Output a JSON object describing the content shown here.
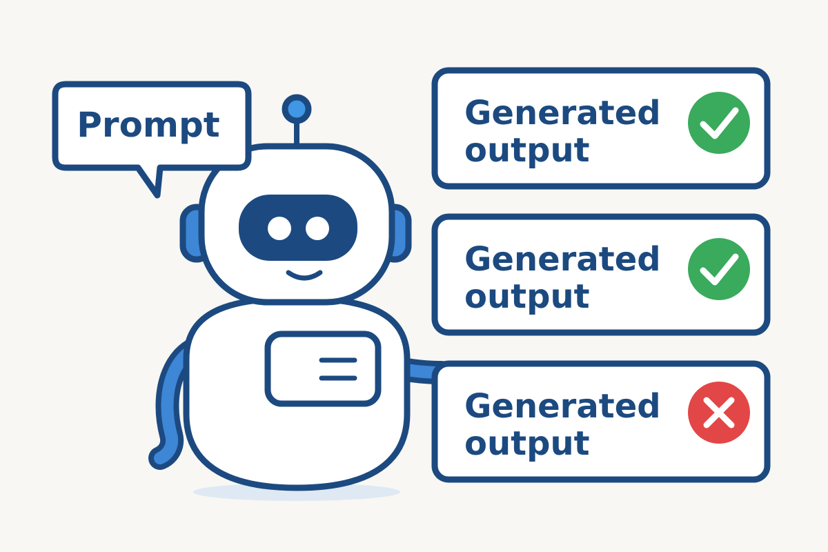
{
  "colors": {
    "background": "#f8f7f4",
    "outline": "#1c4a80",
    "accent_blue": "#3e86d6",
    "antenna_blue": "#3f97e5",
    "check_green": "#3aaa5c",
    "cross_red": "#e34646",
    "white": "#ffffff"
  },
  "speech_bubble": {
    "text": "Prompt"
  },
  "robot": {
    "name": "robot-mascot"
  },
  "outputs": [
    {
      "line1": "Generated",
      "line2": "output",
      "status": "accepted",
      "icon": "check-icon"
    },
    {
      "line1": "Generated",
      "line2": "output",
      "status": "accepted",
      "icon": "check-icon"
    },
    {
      "line1": "Generated",
      "line2": "output",
      "status": "rejected",
      "icon": "cross-icon"
    }
  ]
}
